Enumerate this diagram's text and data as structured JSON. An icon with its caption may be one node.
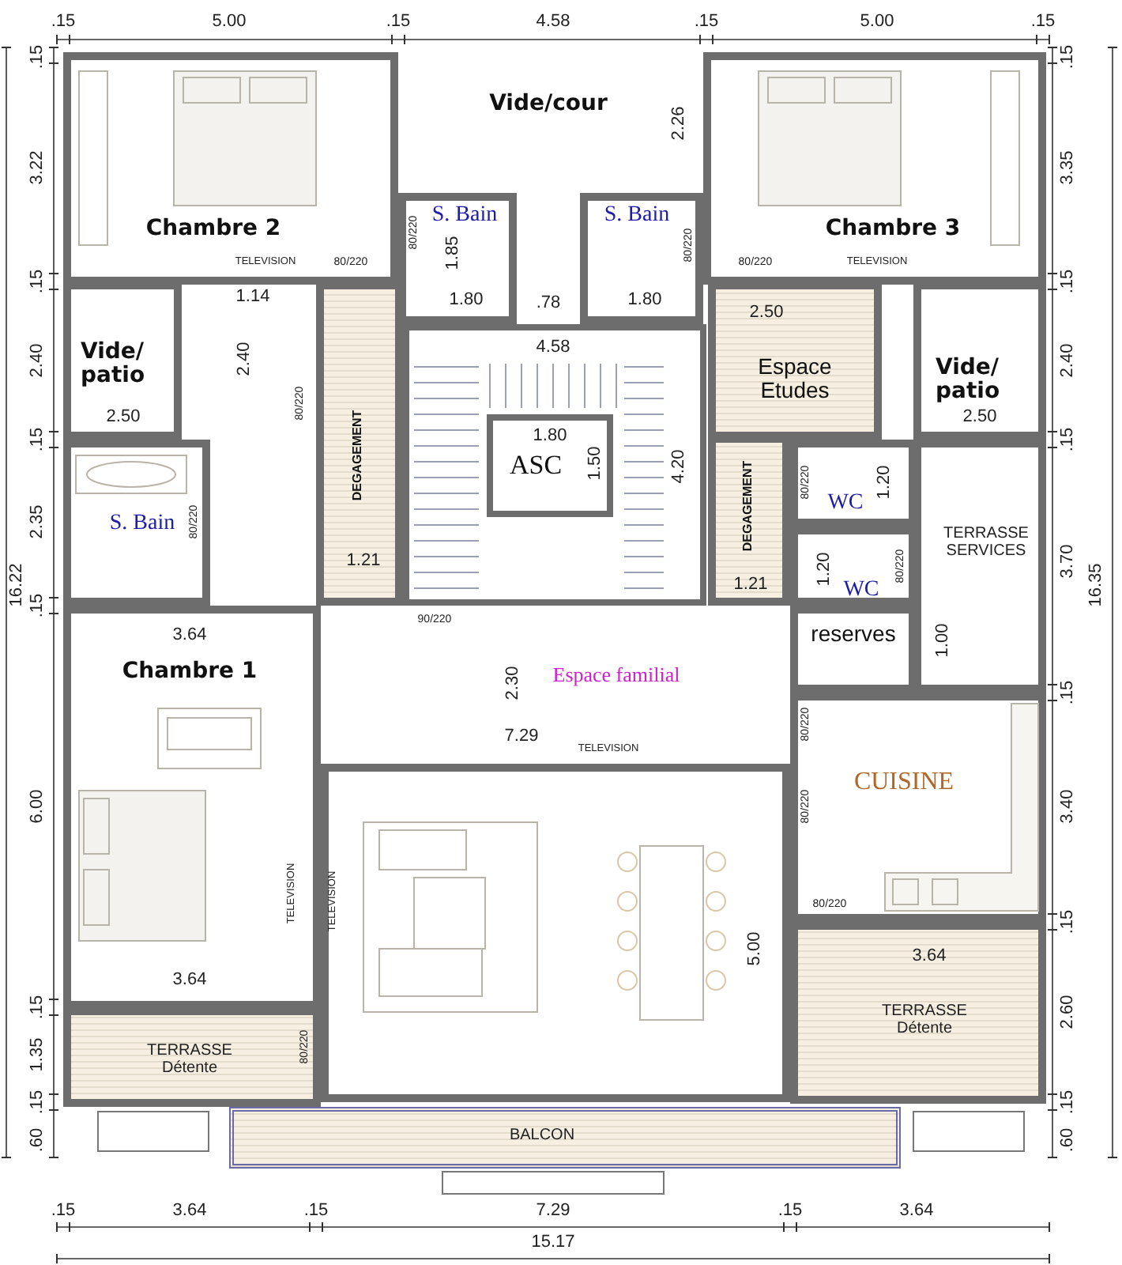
{
  "diagram": {
    "nodes": [
      {
        "text": [
          "Chambre 2"
        ]
      },
      {
        "text": [
          "Vide/cour"
        ]
      },
      {
        "text": [
          "Chambre 3"
        ]
      },
      {
        "text": [
          "S. Bain"
        ]
      },
      {
        "text": [
          "S. Bain"
        ]
      },
      {
        "text": [
          "Vide/ patio"
        ]
      },
      {
        "text": [
          "Espace Etudes"
        ]
      },
      {
        "text": [
          "Vide/ patio"
        ]
      },
      {
        "text": [],
        "shape": "box"
      },
      {
        "text": [
          "ASC"
        ],
        "in": 8
      },
      {
        "text": [
          "DEGAGEMENT"
        ]
      },
      {
        "text": [
          "S. Bain"
        ]
      },
      {
        "text": [
          "DEGAGEMENT"
        ]
      },
      {
        "text": [
          "WC"
        ]
      },
      {
        "text": [
          "TERRASSE SERVICES"
        ]
      },
      {
        "text": [
          "WC"
        ]
      },
      {
        "text": [
          "reserves"
        ]
      },
      {
        "text": [
          "Espace familial"
        ]
      },
      {
        "text": [
          "Chambre 1"
        ]
      },
      {
        "text": [
          "CUISINE"
        ]
      },
      {
        "text": [],
        "shape": "box"
      },
      {
        "text": [
          "TERRASSE Détente"
        ]
      },
      {
        "text": [
          "TERRASSE Détente"
        ]
      },
      {
        "text": [
          "BALCON"
        ]
      }
    ],
    "labels": [
      ".15",
      "5.00",
      ".15",
      "4.58",
      ".15",
      "5.00",
      ".15",
      ".15",
      "3.22",
      ".15",
      "2.40",
      ".15",
      "2.35",
      "16.22",
      ".15",
      "6.00",
      ".15",
      "1.35",
      ".15",
      ".60",
      ".15",
      "3.35",
      ".15",
      "2.40",
      ".15",
      "3.70",
      "16.35",
      ".15",
      "3.40",
      ".15",
      "2.60",
      ".15",
      ".60",
      "2.26",
      "TELEVISION",
      "80/220",
      "80/220",
      "1.85",
      "80/220",
      "80/220",
      "TELEVISION",
      "1.14",
      "1.80",
      ".78",
      "1.80",
      "2.50",
      "2.40",
      "4.58",
      "80/220",
      "2.50",
      "2.50",
      "1.80",
      "1.50",
      "4.20",
      "80/220",
      "1.20",
      "80/220",
      "1.21",
      "1.21",
      "1.20",
      "80/220",
      "90/220",
      "1.00",
      "3.64",
      "2.30",
      "7.29",
      "TELEVISION",
      "80/220",
      "80/220",
      "TELEVISION",
      "TELEVISION",
      "5.00",
      "80/220",
      "3.64",
      "3.64",
      "80/220",
      ".15",
      "3.64",
      ".15",
      "7.29",
      ".15",
      "3.64",
      "15.17"
    ]
  }
}
